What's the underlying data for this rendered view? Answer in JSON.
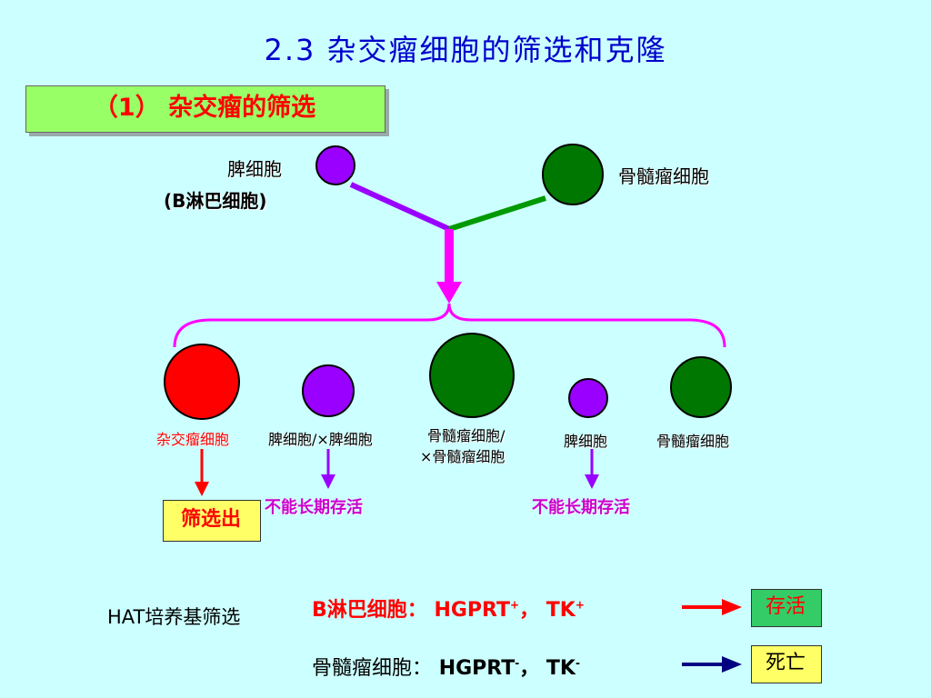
{
  "title": "2.3 杂交瘤细胞的筛选和克隆",
  "section": {
    "label": "（1） 杂交瘤的筛选"
  },
  "parents": {
    "spleen_line1": "脾细胞",
    "spleen_line2": "(B淋巴细胞)",
    "myeloma": "骨髓瘤细胞"
  },
  "products": [
    {
      "label": "杂交瘤细胞"
    },
    {
      "label": "脾细胞/×脾细胞"
    },
    {
      "label_line1": "骨髓瘤细胞/",
      "label_line2": "×骨髓瘤细胞"
    },
    {
      "label": "脾细胞"
    },
    {
      "label": "骨髓瘤细胞"
    }
  ],
  "outcomes": {
    "screened_out": "筛选出",
    "cannot_survive_1": "不能长期存活",
    "cannot_survive_2": "不能长期存活"
  },
  "hat": {
    "medium_label": "HAT培养基筛选",
    "b_cell_label": "B淋巴细胞：",
    "b_cell_hgprt": "HGPRT",
    "b_cell_hgprt_sup": "+",
    "b_cell_sep": "，",
    "b_cell_tk": "TK",
    "b_cell_tk_sup": "+",
    "survive": "存活",
    "myeloma_label": "骨髓瘤细胞：",
    "myeloma_hgprt": "HGPRT",
    "myeloma_hgprt_sup": "-",
    "myeloma_sep": "，",
    "myeloma_tk": "TK",
    "myeloma_tk_sup": "-",
    "die": "死亡"
  },
  "colors": {
    "background": "#ccffff",
    "title": "#0000cc",
    "purple_cell": "#9900ff",
    "green_cell": "#007700",
    "red_cell": "#ff0000",
    "magenta_line": "#ff00ff",
    "red_arrow": "#ff0000",
    "navy_arrow": "#000080"
  }
}
